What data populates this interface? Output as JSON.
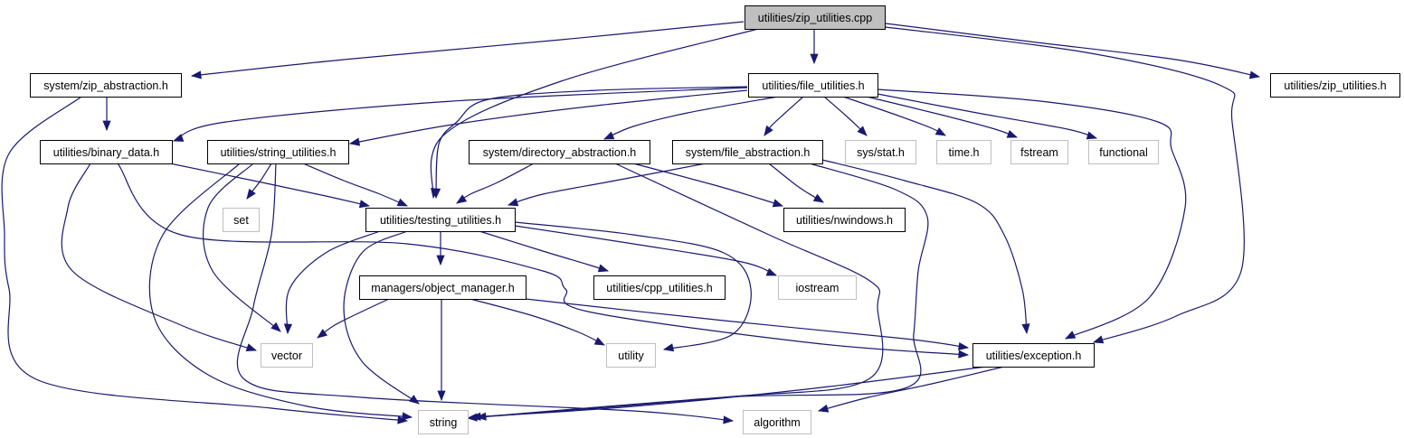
{
  "graph": {
    "colors": {
      "edge": "#191970",
      "root_fill": "#bfbfbf",
      "internal_border": "#000000",
      "external_border": "#bfbfbf",
      "text": "#000000"
    },
    "nodes": [
      {
        "id": "zip_utilities_cpp",
        "label": "utilities/zip_utilities.cpp",
        "kind": "root"
      },
      {
        "id": "zip_abstraction_h",
        "label": "system/zip_abstraction.h",
        "kind": "internal"
      },
      {
        "id": "file_utilities_h",
        "label": "utilities/file_utilities.h",
        "kind": "internal"
      },
      {
        "id": "zip_utilities_h",
        "label": "utilities/zip_utilities.h",
        "kind": "internal"
      },
      {
        "id": "binary_data_h",
        "label": "utilities/binary_data.h",
        "kind": "internal"
      },
      {
        "id": "string_utilities_h",
        "label": "utilities/string_utilities.h",
        "kind": "internal"
      },
      {
        "id": "directory_abstraction_h",
        "label": "system/directory_abstraction.h",
        "kind": "internal"
      },
      {
        "id": "file_abstraction_h",
        "label": "system/file_abstraction.h",
        "kind": "internal"
      },
      {
        "id": "sys_stat_h",
        "label": "sys/stat.h",
        "kind": "external"
      },
      {
        "id": "time_h",
        "label": "time.h",
        "kind": "external"
      },
      {
        "id": "fstream",
        "label": "fstream",
        "kind": "external"
      },
      {
        "id": "functional",
        "label": "functional",
        "kind": "external"
      },
      {
        "id": "set",
        "label": "set",
        "kind": "external"
      },
      {
        "id": "testing_utilities_h",
        "label": "utilities/testing_utilities.h",
        "kind": "internal"
      },
      {
        "id": "nwindows_h",
        "label": "utilities/nwindows.h",
        "kind": "internal"
      },
      {
        "id": "object_manager_h",
        "label": "managers/object_manager.h",
        "kind": "internal"
      },
      {
        "id": "cpp_utilities_h",
        "label": "utilities/cpp_utilities.h",
        "kind": "internal"
      },
      {
        "id": "iostream",
        "label": "iostream",
        "kind": "external"
      },
      {
        "id": "vector",
        "label": "vector",
        "kind": "external"
      },
      {
        "id": "utility",
        "label": "utility",
        "kind": "external"
      },
      {
        "id": "exception_h",
        "label": "utilities/exception.h",
        "kind": "internal"
      },
      {
        "id": "string",
        "label": "string",
        "kind": "external"
      },
      {
        "id": "algorithm",
        "label": "algorithm",
        "kind": "external"
      }
    ],
    "edges": [
      {
        "from": "zip_utilities_cpp",
        "to": "zip_abstraction_h"
      },
      {
        "from": "zip_utilities_cpp",
        "to": "file_utilities_h"
      },
      {
        "from": "zip_utilities_cpp",
        "to": "zip_utilities_h"
      },
      {
        "from": "zip_utilities_cpp",
        "to": "testing_utilities_h"
      },
      {
        "from": "zip_utilities_cpp",
        "to": "exception_h"
      },
      {
        "from": "zip_abstraction_h",
        "to": "binary_data_h"
      },
      {
        "from": "zip_abstraction_h",
        "to": "string"
      },
      {
        "from": "file_utilities_h",
        "to": "binary_data_h"
      },
      {
        "from": "file_utilities_h",
        "to": "string_utilities_h"
      },
      {
        "from": "file_utilities_h",
        "to": "directory_abstraction_h"
      },
      {
        "from": "file_utilities_h",
        "to": "file_abstraction_h"
      },
      {
        "from": "file_utilities_h",
        "to": "sys_stat_h"
      },
      {
        "from": "file_utilities_h",
        "to": "time_h"
      },
      {
        "from": "file_utilities_h",
        "to": "fstream"
      },
      {
        "from": "file_utilities_h",
        "to": "functional"
      },
      {
        "from": "file_utilities_h",
        "to": "testing_utilities_h"
      },
      {
        "from": "file_utilities_h",
        "to": "exception_h"
      },
      {
        "from": "binary_data_h",
        "to": "testing_utilities_h"
      },
      {
        "from": "binary_data_h",
        "to": "vector"
      },
      {
        "from": "binary_data_h",
        "to": "exception_h"
      },
      {
        "from": "string_utilities_h",
        "to": "set"
      },
      {
        "from": "string_utilities_h",
        "to": "testing_utilities_h"
      },
      {
        "from": "string_utilities_h",
        "to": "vector"
      },
      {
        "from": "string_utilities_h",
        "to": "string"
      },
      {
        "from": "string_utilities_h",
        "to": "algorithm"
      },
      {
        "from": "directory_abstraction_h",
        "to": "testing_utilities_h"
      },
      {
        "from": "directory_abstraction_h",
        "to": "nwindows_h"
      },
      {
        "from": "directory_abstraction_h",
        "to": "string"
      },
      {
        "from": "file_abstraction_h",
        "to": "testing_utilities_h"
      },
      {
        "from": "file_abstraction_h",
        "to": "nwindows_h"
      },
      {
        "from": "file_abstraction_h",
        "to": "exception_h"
      },
      {
        "from": "file_abstraction_h",
        "to": "string"
      },
      {
        "from": "testing_utilities_h",
        "to": "object_manager_h"
      },
      {
        "from": "testing_utilities_h",
        "to": "cpp_utilities_h"
      },
      {
        "from": "testing_utilities_h",
        "to": "iostream"
      },
      {
        "from": "testing_utilities_h",
        "to": "vector"
      },
      {
        "from": "testing_utilities_h",
        "to": "utility"
      },
      {
        "from": "testing_utilities_h",
        "to": "string"
      },
      {
        "from": "object_manager_h",
        "to": "vector"
      },
      {
        "from": "object_manager_h",
        "to": "utility"
      },
      {
        "from": "object_manager_h",
        "to": "string"
      },
      {
        "from": "object_manager_h",
        "to": "exception_h"
      },
      {
        "from": "exception_h",
        "to": "string"
      },
      {
        "from": "exception_h",
        "to": "algorithm"
      }
    ]
  }
}
